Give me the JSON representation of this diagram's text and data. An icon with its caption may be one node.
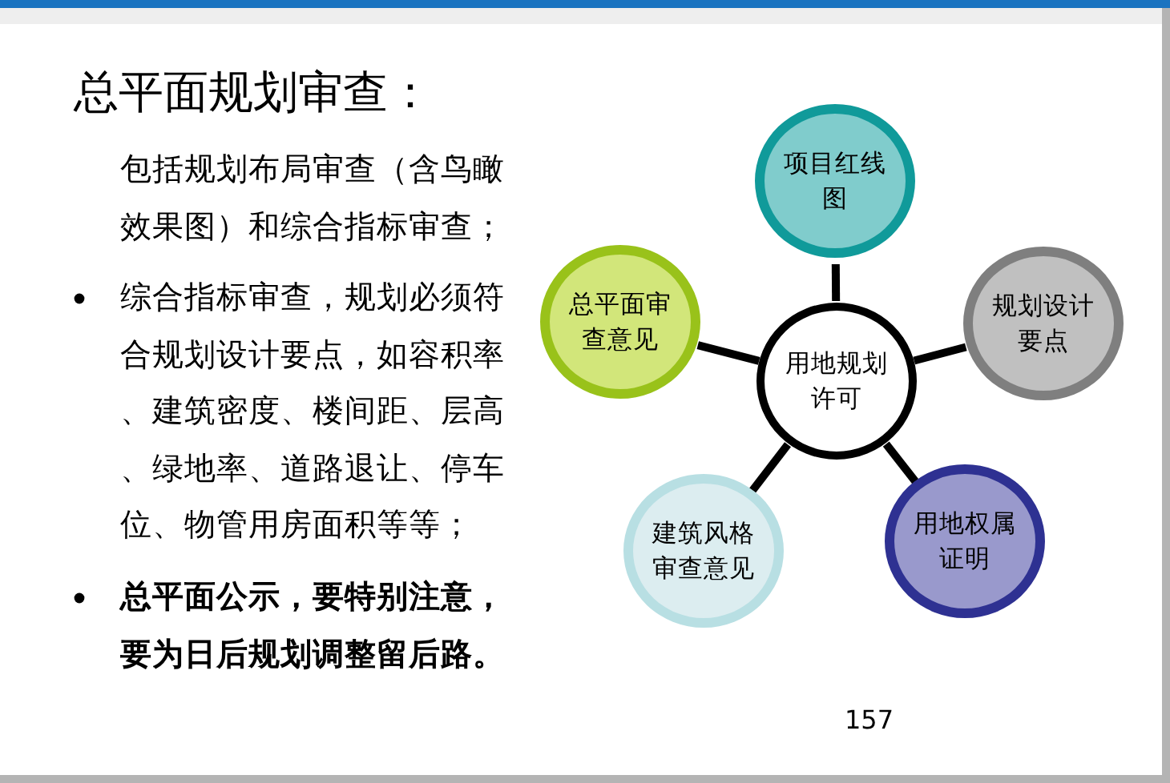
{
  "diagram": {
    "title": "总平面规划审查：",
    "nodes": [
      {
        "text": [
          "用地规划许可"
        ]
      },
      {
        "text": [
          "项目红线图"
        ]
      },
      {
        "text": [
          "规划设计要点"
        ]
      },
      {
        "text": [
          "用地权属证明"
        ]
      },
      {
        "text": [
          "建筑风格审查意见"
        ]
      },
      {
        "text": [
          "总平面审查意见"
        ]
      }
    ],
    "edges": [
      {
        "from": 0,
        "to": 1,
        "arrow": "none"
      },
      {
        "from": 0,
        "to": 2,
        "arrow": "none"
      },
      {
        "from": 0,
        "to": 3,
        "arrow": "none"
      },
      {
        "from": 0,
        "to": 4,
        "arrow": "none"
      },
      {
        "from": 0,
        "to": 5,
        "arrow": "none"
      }
    ],
    "labels": [
      "包括规划布局审查（含鸟瞰效果图）和综合指标审查；",
      "综合指标审查，规划必须符合规划设计要点，如容积率、建筑密度、楼间距、层高、绿地率、道路退让、停车位、物管用房面积等等；",
      "总平面公示，要特别注意，要为日后规划调整留后路。",
      "157"
    ]
  }
}
